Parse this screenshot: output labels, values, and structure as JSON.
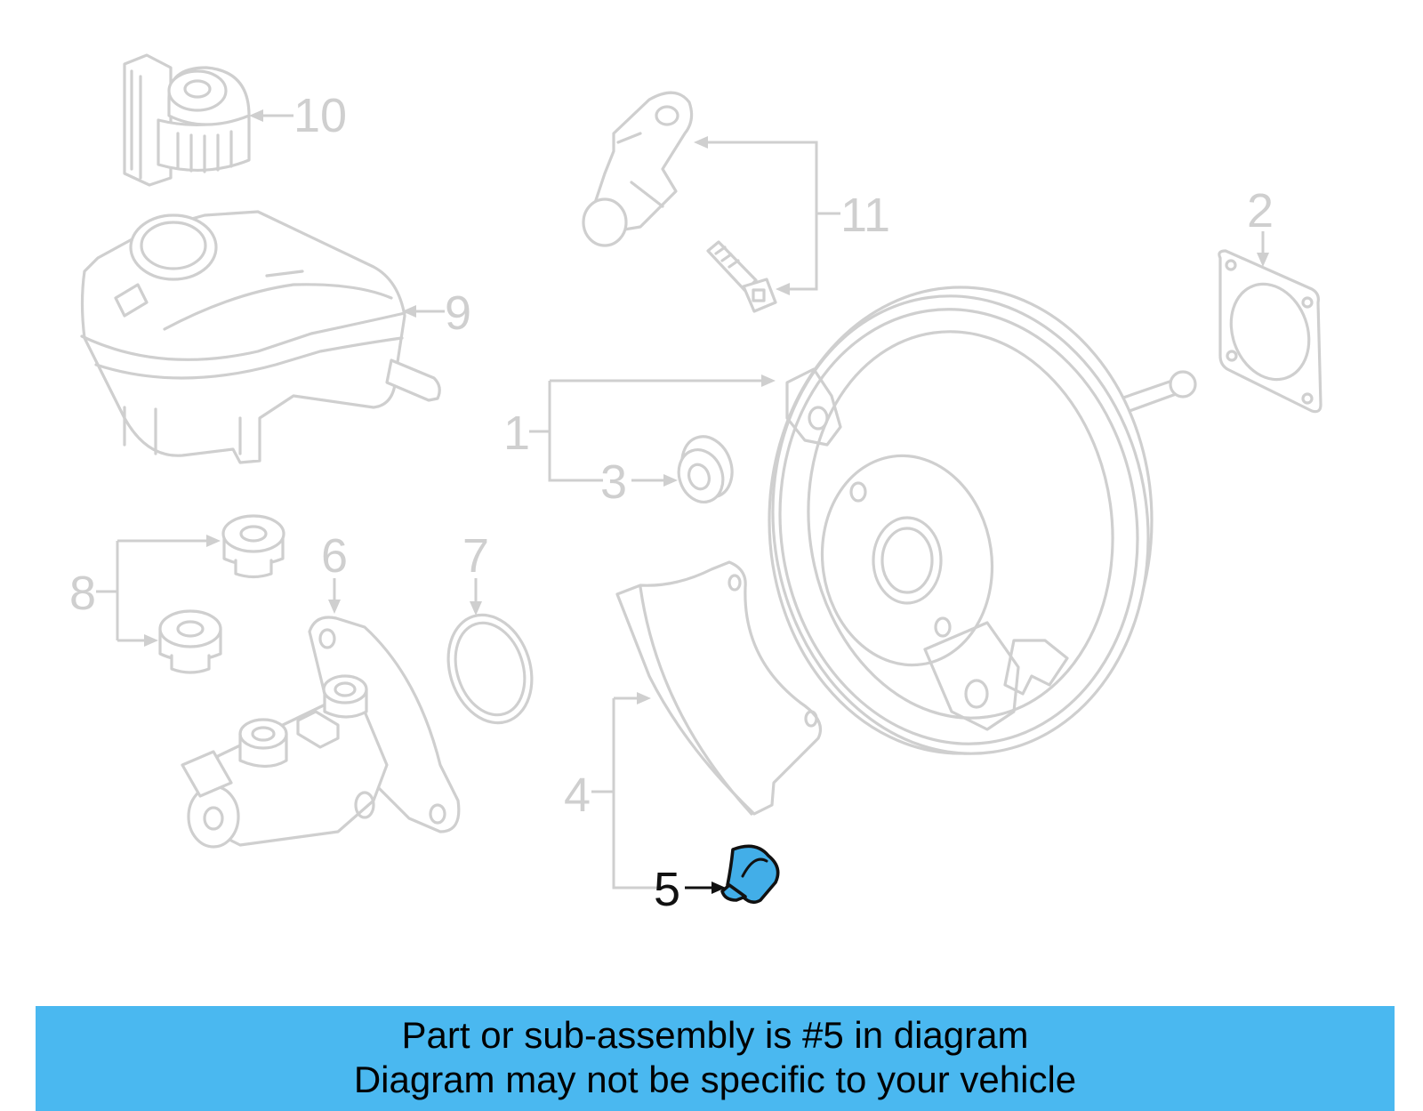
{
  "callouts": {
    "c1": "1",
    "c2": "2",
    "c3": "3",
    "c4": "4",
    "c5": "5",
    "c6": "6",
    "c7": "7",
    "c8": "8",
    "c9": "9",
    "c10": "10",
    "c11": "11"
  },
  "highlighted_callout": "5",
  "colors": {
    "highlight_fill": "#42aee8",
    "banner_bg": "#4ab8f0",
    "line_gray": "#cfcfcf"
  },
  "banner": {
    "line1": "Part or sub-assembly is #5 in diagram",
    "line2": "Diagram may not be specific to your vehicle"
  }
}
